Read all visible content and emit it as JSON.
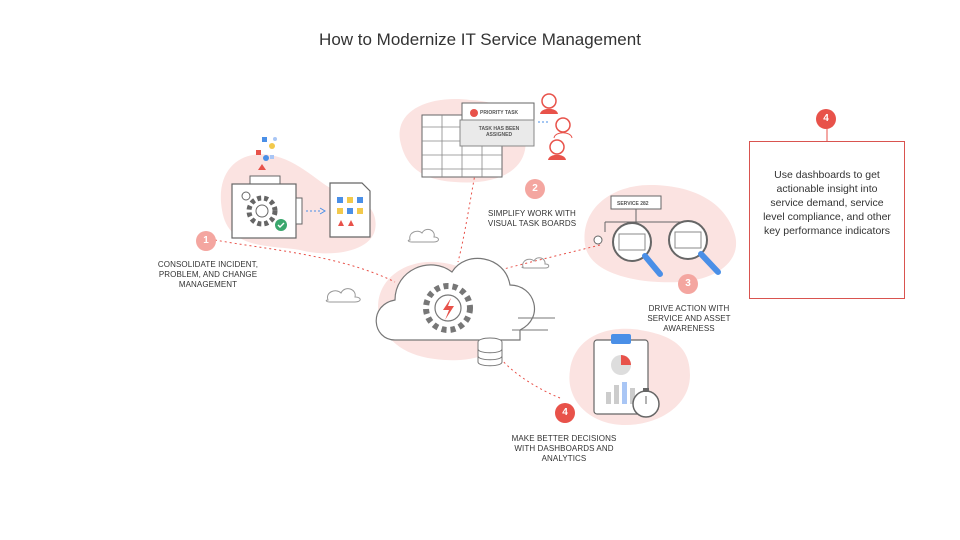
{
  "title": "How to Modernize IT Service Management",
  "steps": [
    {
      "number": "1",
      "text": "CONSOLIDATE INCIDENT, PROBLEM, AND CHANGE MANAGEMENT"
    },
    {
      "number": "2",
      "text": "SIMPLIFY WORK WITH VISUAL TASK BOARDS"
    },
    {
      "number": "3",
      "text": "DRIVE ACTION WITH SERVICE AND ASSET AWARENESS"
    },
    {
      "number": "4",
      "text": "MAKE BETTER DECISIONS WITH DASHBOARDS AND ANALYTICS"
    }
  ],
  "callout": {
    "number": "4",
    "text": "Use dashboards to get actionable insight into service demand, service level compliance, and other key performance indicators"
  },
  "illustration": {
    "priority_task": "PRIORITY TASK",
    "task_assigned": "TASK HAS BEEN ASSIGNED",
    "service_tag": "SERVICE 282"
  },
  "colors": {
    "accent": "#e8524a",
    "blob": "#fbe3e1",
    "badge_light": "#f4a6a0",
    "outline": "#666666"
  }
}
